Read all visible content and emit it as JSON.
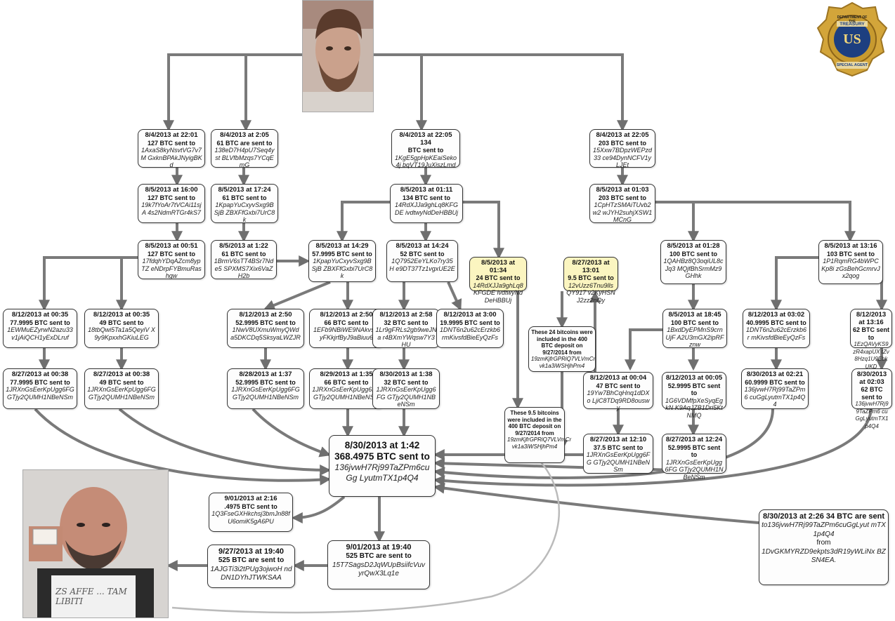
{
  "nodes": [
    {
      "id": "n1",
      "ts": "8/4/2013 at 22:01",
      "amt": "127 BTC sent to",
      "addr": "1AxaS8kyNsvtVG7v7M GxknBPAkJNyigBKd"
    },
    {
      "id": "n2",
      "ts": "8/4/2013 at 2:05",
      "amt": "61 BTC are sent to",
      "addr": "138eD7H4pU7Seq4yst BLVfbMzqs7YCqEmG"
    },
    {
      "id": "n3",
      "ts": "8/4/2013 at 22:05 134",
      "amt": "BTC sent to",
      "addr": "1KgE5gpHpKEaiSeko4j bqVT19JuXiszLmd"
    },
    {
      "id": "n4",
      "ts": "8/4/2013 at 22:05",
      "amt": "203 BTC sent to",
      "addr": "15Xxw7BDpzWEPzd33 ce94DynNCFV1yLJEt"
    },
    {
      "id": "n5",
      "ts": "8/5/2013 at 16:00",
      "amt": "127 BTC sent to",
      "addr": "19k7fYoAr7tVCAi11sjA 4s2NdmRTGr4kS7"
    },
    {
      "id": "n6",
      "ts": "8/5/2013 at 17:24",
      "amt": "61 BTC sent to",
      "addr": "1KpapYuCxyvSxg9BSjB ZBXFfGxbi7UrC8k"
    },
    {
      "id": "n7",
      "ts": "8/5/2013 at 01:11",
      "amt": "134 BTC sent to",
      "addr": "14RdXJJa9ghLq8KFGDE ivdtwyNdDeHBBUj"
    },
    {
      "id": "n8",
      "ts": "8/5/2013 at 01:03",
      "amt": "203 BTC sent to",
      "addr": "1CpHTzSMAiTUvb2w2 wJYH2suhjXSW1MCnG"
    },
    {
      "id": "n9",
      "ts": "8/5/2013 at 00:51",
      "amt": "127 BTC sent to",
      "addr": "17fdqhYDqAZcm8ypTZ eNDrpFYBmuRashgw"
    },
    {
      "id": "n10",
      "ts": "8/5/2013 at 1:22",
      "amt": "61 BTC sent to",
      "addr": "1BrmV6sTT4BSr7Nde5 SPXMS7Xix6VaZH2b"
    },
    {
      "id": "n11",
      "ts": "8/5/2013 at 14:29",
      "amt": "57.9995 BTC sent to",
      "addr": "1KpapYuCxyvSxg9BSjB ZBXFfGxbi7UrC8k"
    },
    {
      "id": "n12",
      "ts": "8/5/2013 at 14:24",
      "amt": "52 BTC sent to",
      "addr": "1Q7952EeYLKo7ry35H e9DT37Tz1vgxUE2E"
    },
    {
      "id": "n13",
      "ts": "8/5/2013 at 01:34",
      "amt": "24 BTC sent to",
      "addr": "14RdXJJa9ghLq8KFGDE ivdtwyNdDeHBBUj",
      "highlight": true
    },
    {
      "id": "n14",
      "ts": "8/27/2013 at 13:01",
      "amt": "9.5 BTC sent to",
      "addr": "12vUzz6Tnu9llsQY917 v2KyHSNJ2zz2nQy",
      "highlight": true
    },
    {
      "id": "n15",
      "ts": "8/5/2013 at 01:28",
      "amt": "100 BTC sent to",
      "addr": "1QAHBz8Q3oqiUL8cJq3 MQjfBhSrmMz9GHhk"
    },
    {
      "id": "n16",
      "ts": "8/5/2013 at 13:16",
      "amt": "103 BTC sent to",
      "addr": "1P1RqmRG4bWPCKp8i zGsBehGcmrvJx2qog"
    },
    {
      "id": "n17",
      "ts": "8/12/2013 at 00:35",
      "amt": "77.9995 BTC sent to",
      "addr": "1EWMuEZyrwN2azu33 v1jAiQCH1yExDLruf"
    },
    {
      "id": "n18",
      "ts": "8/12/2013 at 00:35",
      "amt": "49 BTC sent to",
      "addr": "18tbQwi5Ta1a5QeyiV X9y9KpxxhGKiuLEG"
    },
    {
      "id": "n19",
      "ts": "8/12/2013 at 2:50",
      "amt": "52.9995 BTC sent to",
      "addr": "1NwV8UXmuWmyQWd a5DKCDq5SksyaLWZJR"
    },
    {
      "id": "n20",
      "ts": "8/12/2013 at 2:50",
      "amt": "66 BTC sent to",
      "addr": "1EFb9NBiWE9NAkvs byFKkjrfByJ9aBiuu6"
    },
    {
      "id": "n21",
      "ts": "8/12/2013 at 2:58",
      "amt": "32 BTC sent to",
      "addr": "1Lr9gFRLs2gb9weJNa r4BXmYWqsw7Y3HU"
    },
    {
      "id": "n22",
      "ts": "8/12/2013 at 3:00",
      "amt": "19.9995 BTC sent to",
      "addr": "1DNT6n2u62cErzkb6 rmKivsfdBieEyQzFs"
    },
    {
      "id": "n23",
      "ts": "8/5/2013 at 18:45",
      "amt": "100 BTC sent to",
      "addr": "1BxdDyEPMnS9crnUjF A2U3mGX2ipRFznw"
    },
    {
      "id": "n24",
      "ts": "8/12/2013 at 03:02",
      "amt": "40.9995 BTC sent to",
      "addr": "1DNT6n2u62cErzkb6r mKivsfdBieEyQzFs"
    },
    {
      "id": "n25",
      "ts": "8/12/2013 at 13:16",
      "amt": "62 BTC sent to",
      "addr": "1EzQAVyKS9zR4xapUX tZv8Hzq1U9EbkUKD"
    },
    {
      "id": "n26",
      "ts": "8/27/2013 at 00:38",
      "amt": "77.9995 BTC sent to",
      "addr": "1JRXnGsEerKpUgg6FG GTjy2QUMH1NBeNSm"
    },
    {
      "id": "n27",
      "ts": "8/27/2013 at 00:38",
      "amt": "49 BTC sent to",
      "addr": "1JRXnGsEerKpUgg6FG GTjy2QUMH1NBeNSm"
    },
    {
      "id": "n28",
      "ts": "8/28/2013 at 1:37",
      "amt": "52.9995 BTC sent to",
      "addr": "1JRXnGsEerKpUgg6FG GTjy2QUMH1NBeNSm"
    },
    {
      "id": "n29",
      "ts": "8/29/2013 at 1:35",
      "amt": "66 BTC sent to",
      "addr": "1JRXnGsEerKpUgg6FG GTjy2QUMH1NBeNSm"
    },
    {
      "id": "n30",
      "ts": "8/30/2013 at 1:38",
      "amt": "32 BTC sent to",
      "addr": "1JRXnGsEerKpUgg6FG GTjy2QUMH1NBeNSm"
    },
    {
      "id": "n31",
      "ts": "8/12/2013 at 00:04",
      "amt": "47 BTC sent to",
      "addr": "19Yw7BhCqHnq1dDXo LjiC8TDq9RD8ouswy"
    },
    {
      "id": "n32",
      "ts": "8/12/2013 at 00:05",
      "amt": "52.9995 BTC sent to",
      "addr": "1G6VDMfpXeSyqEgkN K9AqJZB1Dri5KtNMQ"
    },
    {
      "id": "n33",
      "ts": "8/30/2013 at 02:21",
      "amt": "60.9999 BTC sent to",
      "addr": "136jvwH7Rj99TaZPm6 cuGgLyutmTX1p4Q4"
    },
    {
      "id": "n34",
      "ts": "8/30/2013 at 02:03",
      "amt": "62 BTC sent to",
      "addr": "136jvwH7Rj99TaZPm6 cuGgLyutmTX1p4Q4"
    },
    {
      "id": "n35",
      "ts": "8/27/2013 at 12:10",
      "amt": "37.5 BTC sent to",
      "addr": "1JRXnGsEerKpUgg6FG GTjy2QUMH1NBeNSm"
    },
    {
      "id": "n36",
      "ts": "8/27/2013 at 12:24",
      "amt": "52.9995 BTC sent to",
      "addr": "1JRXnGsEerKpUgg6FG GTjy2QUMH1NBeNSm"
    },
    {
      "id": "hub",
      "ts": "8/30/2013 at 1:42",
      "amt": "368.4975 BTC sent to",
      "addr": "136jvwH7Rj99TaZPm6cuGg LyutmTX1p4Q4"
    },
    {
      "id": "n37",
      "ts": "9/01/2013 at 2:16",
      "amt": ".4975 BTC sent to",
      "addr": "1Q3FseGXHkchsj3bmJn88f U6omiK5gA6PU"
    },
    {
      "id": "n38",
      "ts": "9/01/2013 at 19:40",
      "amt": "525 BTC are sent to",
      "addr": "15T7SagsD2JqWUpBsiifcVuv yrQwX3Lq1e"
    },
    {
      "id": "n39",
      "ts": "9/27/2013 at 19:40",
      "amt": "525 BTC are sent to",
      "addr": "1AJGTi3i2tPUg3ojwoH ndDN1DYhJTWKSAA"
    }
  ],
  "notes": {
    "note_a": {
      "text": "These 24 bitcoins were included in the 400 BTC deposit on 9/27/2014 from",
      "addr": "19zmKjfrGPRiQ7VLVmCr vk1a3iWSHjhPm4"
    },
    "note_b": {
      "text": "These 9.5 bitcoins were included in the 400 BTC deposit on 9/27/2014 from",
      "addr": "19zmKjfrGPRiQ7VLVmCr vk1a3iWSHjhPm4"
    }
  },
  "side_note": {
    "ts": "8/30/2013 at 2:26 34 BTC are sent",
    "line1": "to136jvwH7Rj99TaZPm6cuGgLyut mTX1p4Q4",
    "from_word": "from",
    "line2": "1DvGKMYRZD9ekpts3dR19yWLiNx BZSN4EA."
  },
  "images": {
    "top_photo": "person-photo",
    "bottom_photo": "person-holding-card-photo",
    "badge": "treasury-special-agent-badge"
  },
  "badge_text": {
    "top": "DEPARTMENT OF THE",
    "middle": "TREASURY",
    "us": "US",
    "bottom": "SPECIAL AGENT"
  },
  "bottom_photo_text": "ZS AFFE ... TAM LIBITI",
  "colors": {
    "arrow": "#6f6f6f",
    "highlight": "#fbf5c0",
    "node_border": "#333333"
  }
}
